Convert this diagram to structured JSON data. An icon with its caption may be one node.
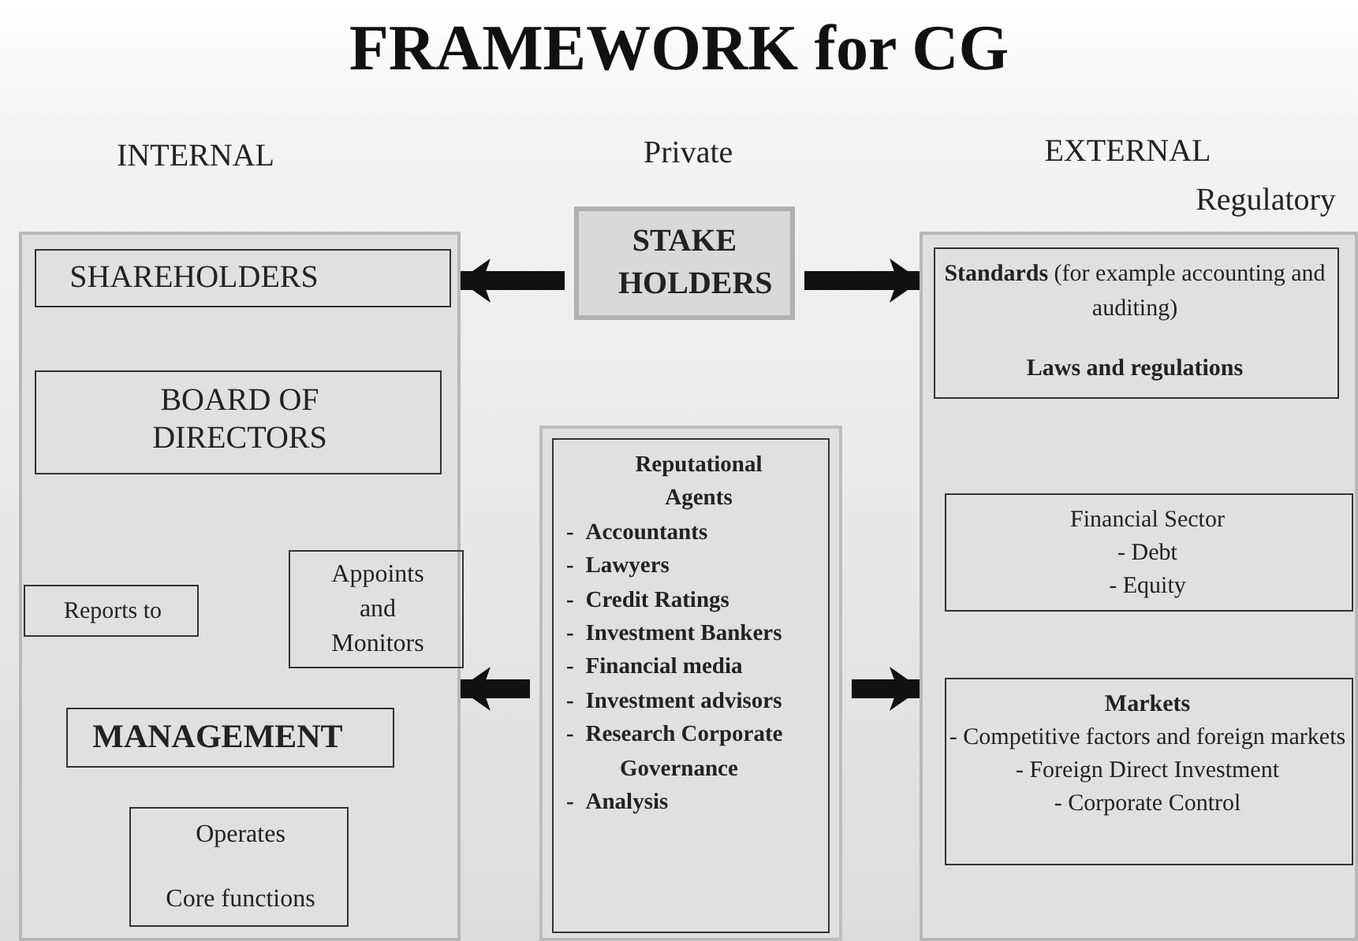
{
  "diagram": {
    "title": "FRAMEWORK for CG",
    "nodes": [
      {
        "text": [
          "INTERNAL"
        ]
      },
      {
        "text": [
          "SHAREHOLDERS"
        ],
        "in": 0
      },
      {
        "text": [
          "BOARD OF DIRECTORS"
        ],
        "in": 0
      },
      {
        "text": [
          "Reports to"
        ],
        "in": 0
      },
      {
        "text": [
          "Appoints and Monitors"
        ],
        "in": 0
      },
      {
        "text": [
          "MANAGEMENT"
        ],
        "in": 0
      },
      {
        "text": [
          "Operates",
          "Core functions"
        ],
        "in": 0
      },
      {
        "text": [
          "STAKE HOLDERS"
        ]
      },
      {
        "text": [
          "EXTERNAL",
          "Regulatory"
        ]
      },
      {
        "text": [
          "**Standards** (for example accounting and auditing)",
          "Laws and regulations"
        ],
        "in": 8
      },
      {
        "text": [],
        "shape": "box"
      },
      {
        "text": [
          "Reputational Agents",
          "- Accountants",
          "- Lawyers",
          "- Credit Ratings",
          "- Investment Bankers",
          "- Financial media",
          "- Investment advisors",
          "- Research Corporate Governance",
          "- Analysis"
        ],
        "in": 10
      },
      {
        "text": [
          "Financial Sector",
          "- Debt",
          "- Equity"
        ],
        "in": 8
      },
      {
        "text": [
          "Markets",
          "- Competitive factors and foreign markets",
          "- Foreign Direct Investment",
          "- Corporate Control"
        ],
        "in": 8
      }
    ],
    "edges": [
      {
        "from": 7,
        "to": 0,
        "arrow": "to"
      },
      {
        "from": 7,
        "to": 8,
        "arrow": "to"
      },
      {
        "from": 10,
        "to": 0,
        "arrow": "to"
      },
      {
        "from": 10,
        "to": 8,
        "arrow": "to"
      }
    ],
    "labels": [
      "Private"
    ]
  }
}
